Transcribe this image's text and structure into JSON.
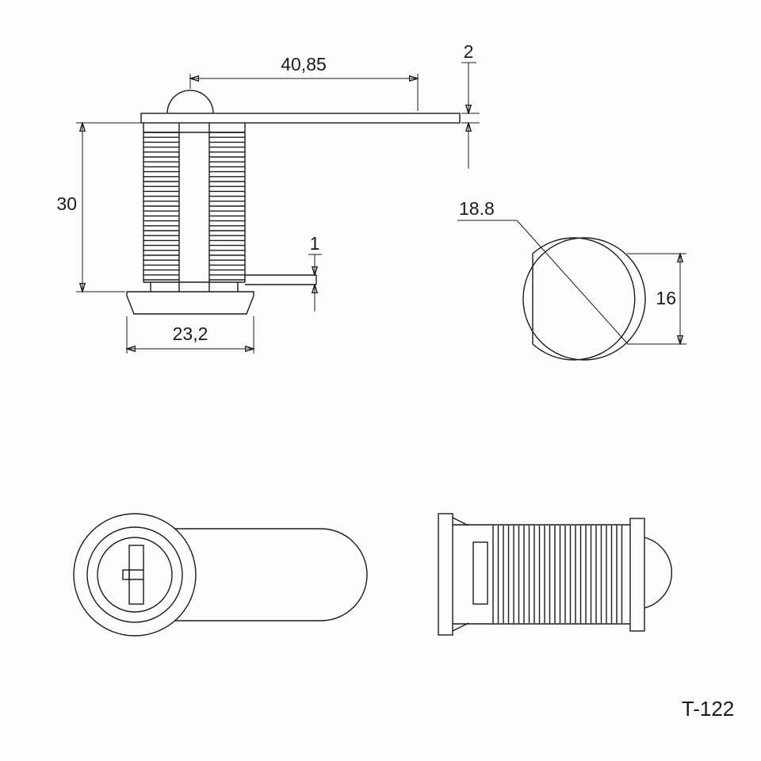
{
  "drawing": {
    "number": "T-122",
    "colors": {
      "line": "#1b1b1b",
      "background": "#fdfdfd"
    },
    "views": {
      "side_section": {
        "dim_cam_length": "40,85",
        "dim_cam_thickness": "2",
        "dim_body_height": "30",
        "dim_cam_gap": "1",
        "dim_head_width": "23,2"
      },
      "mounting_hole": {
        "dim_diameter": "18.8",
        "dim_across_flat": "16"
      }
    }
  }
}
